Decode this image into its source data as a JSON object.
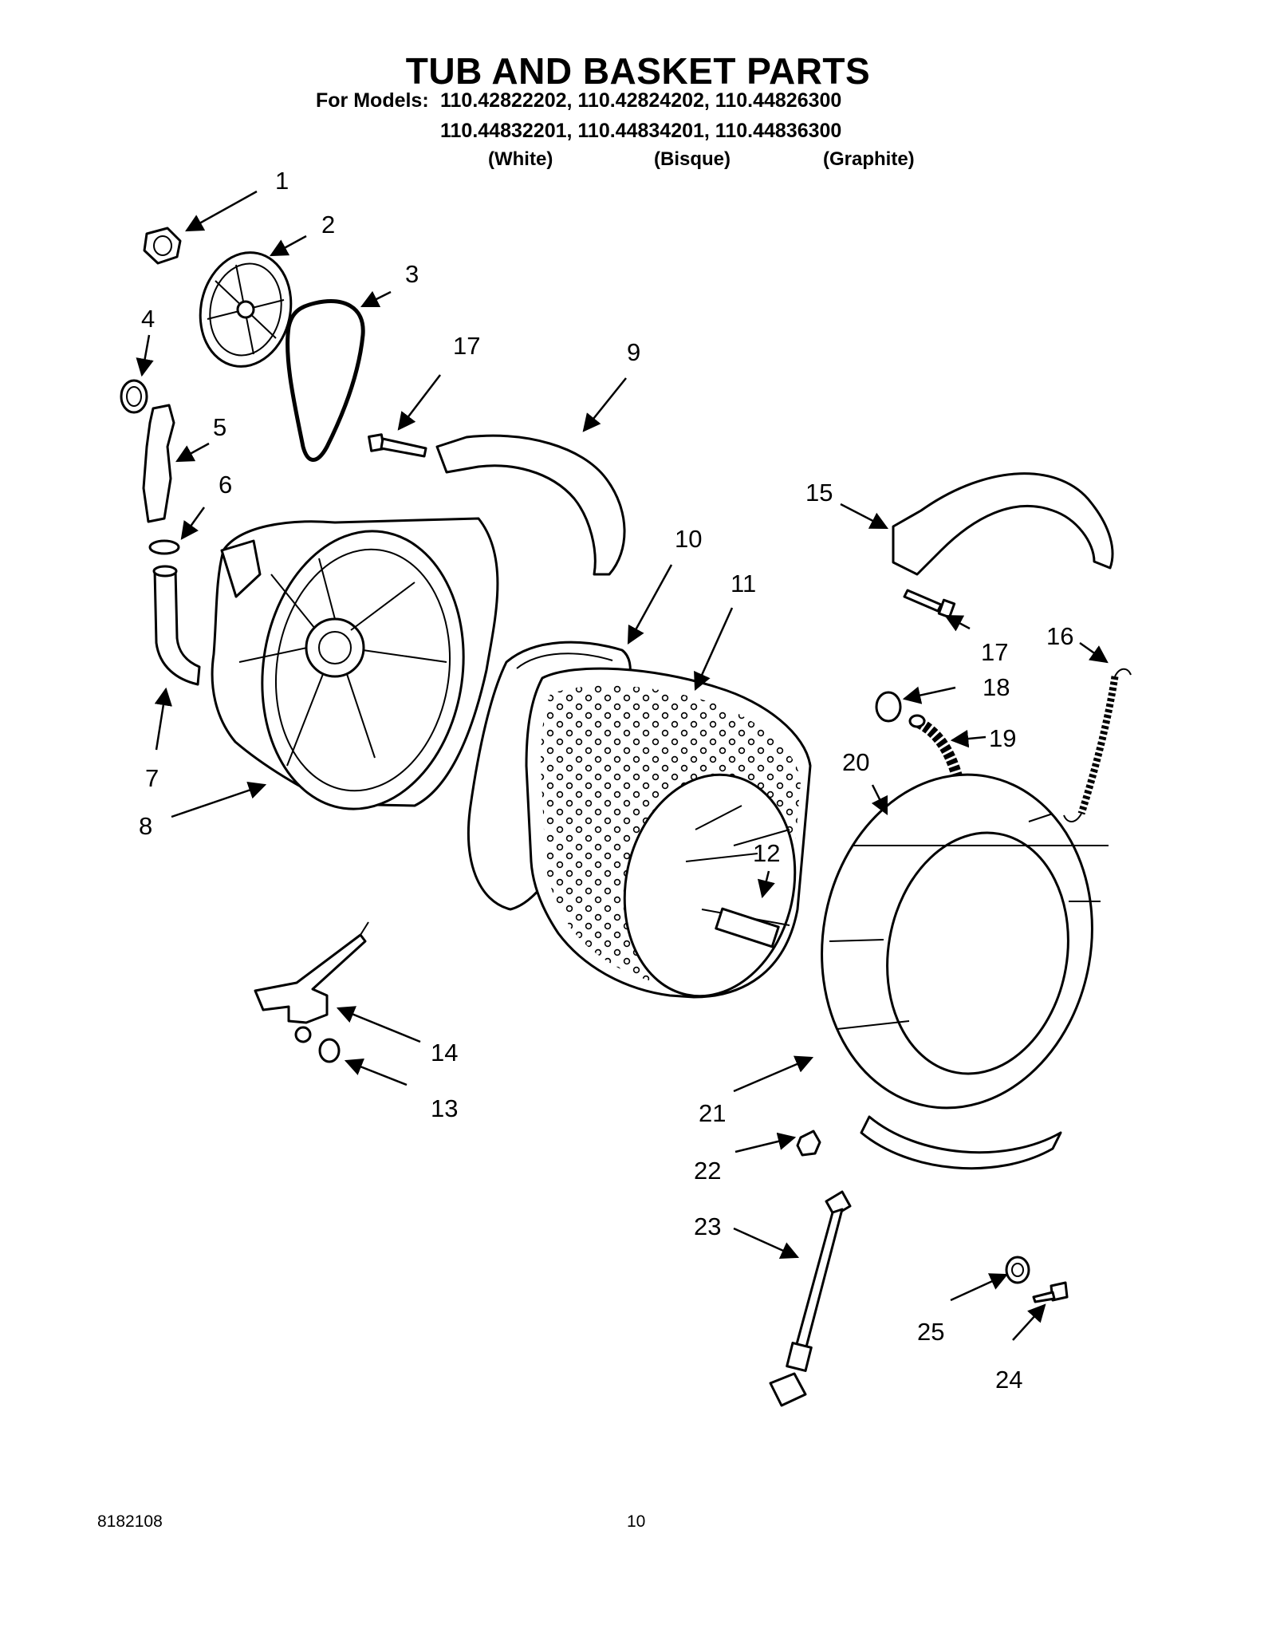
{
  "header": {
    "title": "TUB AND BASKET PARTS",
    "for_models_label": "For Models:",
    "models_line_1": "110.42822202, 110.42824202, 110.44826300",
    "models_line_2": "110.44832201, 110.44834201, 110.44836300",
    "colors": [
      "(White)",
      "(Bisque)",
      "(Graphite)"
    ]
  },
  "callouts": [
    "1",
    "2",
    "3",
    "4",
    "5",
    "6",
    "7",
    "8",
    "9",
    "10",
    "11",
    "12",
    "13",
    "14",
    "15",
    "16",
    "17",
    "17",
    "18",
    "19",
    "20",
    "21",
    "22",
    "23",
    "24",
    "25"
  ],
  "footer": {
    "doc_number": "8182108",
    "page_number": "10"
  }
}
